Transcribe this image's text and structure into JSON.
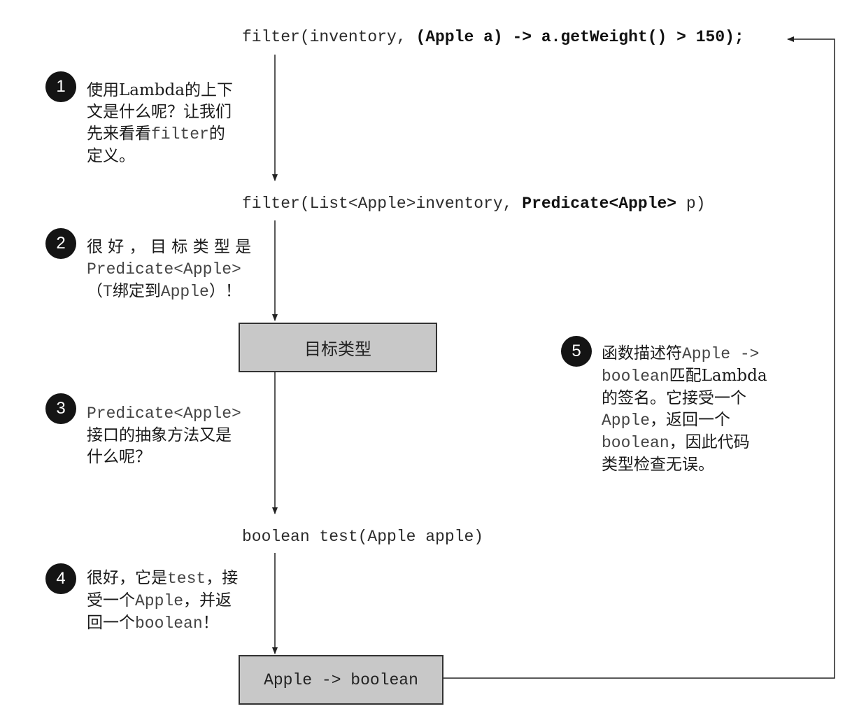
{
  "code": {
    "line1": {
      "prefix": "filter(inventory, ",
      "bold": "(Apple a) -> a.getWeight() > 150);"
    },
    "line2": {
      "prefix": "filter(List<Apple>inventory, ",
      "bold": "Predicate<Apple>",
      "suffix": " p)"
    },
    "line3": "boolean test(Apple apple)"
  },
  "boxes": {
    "target_type": "目标类型",
    "signature": "Apple -> boolean"
  },
  "notes": [
    {
      "number": "1",
      "lines": [
        {
          "a": "使用Lambda的上下"
        },
        {
          "a": "文是什么呢？让我们"
        },
        {
          "a": "先来看看",
          "m": "filter",
          "b": "的"
        },
        {
          "a": "定义。"
        }
      ]
    },
    {
      "number": "2",
      "lines": [
        {
          "a": "很 好 ， 目 标 类 型 是"
        },
        {
          "m": "Predicate<Apple>"
        },
        {
          "a": "（",
          "m": "T",
          "b": "绑定到",
          "m2": "Apple",
          "c": "）！"
        }
      ]
    },
    {
      "number": "3",
      "lines": [
        {
          "m": "Predicate<Apple>"
        },
        {
          "a": "接口的抽象方法又是"
        },
        {
          "a": "什么呢？"
        }
      ]
    },
    {
      "number": "4",
      "lines": [
        {
          "a": "很好，它是",
          "m": "test",
          "b": "，接"
        },
        {
          "a": "受一个",
          "m": "Apple",
          "b": "，并返"
        },
        {
          "a": "回一个",
          "m": "boolean",
          "b": "！"
        }
      ]
    },
    {
      "number": "5",
      "lines": [
        {
          "a": "函数描述符",
          "m": "Apple ->"
        },
        {
          "m": "boolean",
          "b": "匹配Lambda"
        },
        {
          "a": "的签名。它接受一个"
        },
        {
          "m": "Apple",
          "b": "，返回一个"
        },
        {
          "m": "boolean",
          "b": "，因此代码"
        },
        {
          "a": "类型检查无误。"
        }
      ]
    }
  ]
}
